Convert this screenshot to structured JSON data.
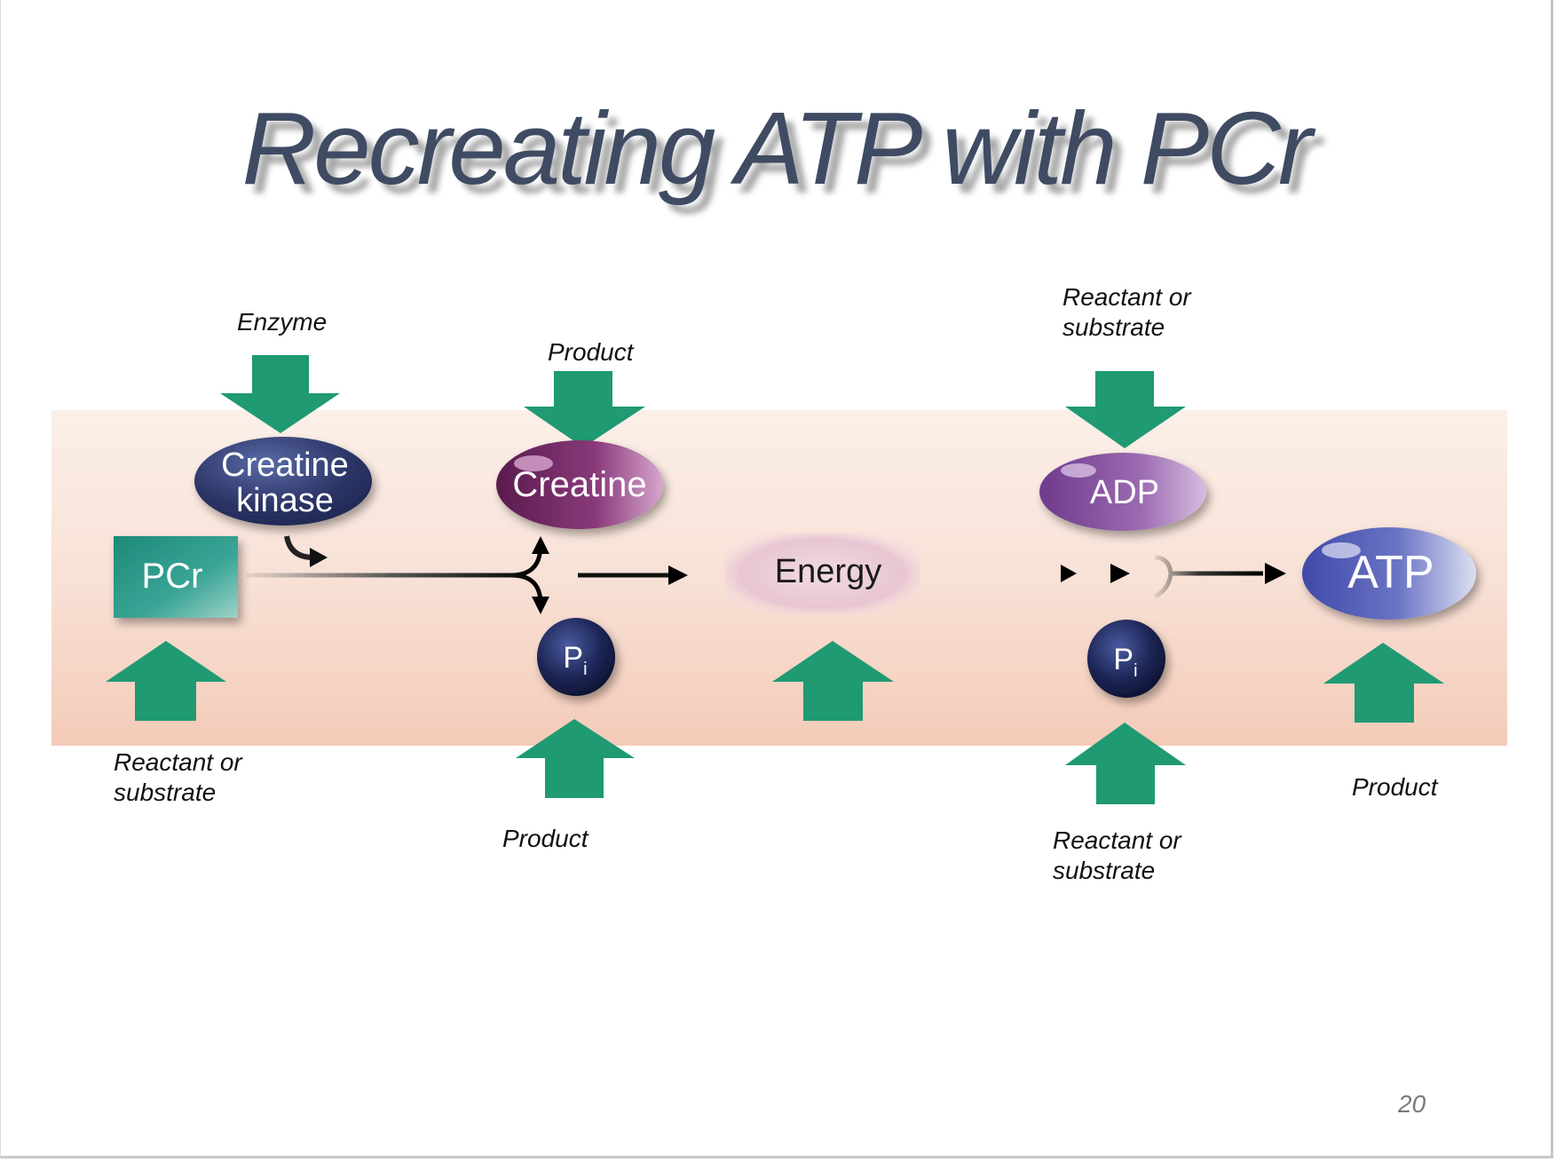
{
  "slide": {
    "title": "Recreating ATP with PCr",
    "page_number": "20"
  },
  "nodes": {
    "pcr": "PCr",
    "creatine_kinase_line1": "Creatine",
    "creatine_kinase_line2": "kinase",
    "creatine": "Creatine",
    "energy": "Energy",
    "adp": "ADP",
    "atp": "ATP",
    "pi_1": "P",
    "pi_1_sub": "i",
    "pi_2": "P",
    "pi_2_sub": "i"
  },
  "labels": {
    "enzyme": "Enzyme",
    "product_top": "Product",
    "reactant_top": "Reactant or\nsubstrate",
    "reactant_bottom_left": "Reactant or\nsubstrate",
    "product_bottom_mid": "Product",
    "reactant_bottom_right": "Reactant or\nsubstrate",
    "product_bottom_right": "Product"
  },
  "colors": {
    "arrow_green": "#1f9a73",
    "title_color": "#3f4b63",
    "pcr_teal": "#2a9b8c",
    "creatine_purple": "#7a2a6a",
    "adp_purple": "#8a5aa0",
    "atp_blue": "#5a64b8",
    "kinase_navy": "#2c3566",
    "pi_navy": "#1d2656"
  }
}
